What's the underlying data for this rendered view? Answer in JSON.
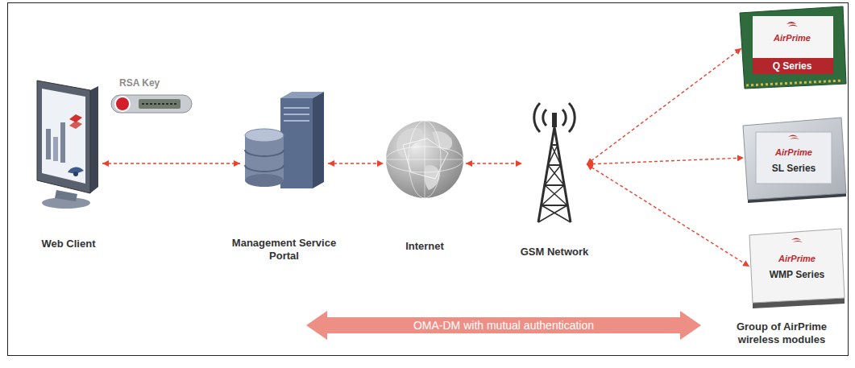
{
  "diagram": {
    "nodes": [
      {
        "text": [
          "Web Client"
        ]
      },
      {
        "text": [
          "Management Service Portal"
        ]
      },
      {
        "text": [
          "Internet"
        ]
      },
      {
        "text": [
          "GSM Network"
        ]
      },
      {
        "text": [
          "AirPrime",
          "Q Series"
        ]
      },
      {
        "text": [
          "AirPrime",
          "SL Series"
        ]
      },
      {
        "text": [
          "AirPrime",
          "WMP Series"
        ]
      },
      {
        "text": [
          "OMA-DM with mutual authentication"
        ]
      }
    ],
    "edges": [
      {
        "from": 0,
        "to": 1,
        "arrow": "both"
      },
      {
        "from": 1,
        "to": 2,
        "arrow": "both"
      },
      {
        "from": 2,
        "to": 3,
        "arrow": "both"
      },
      {
        "from": 3,
        "to": 4,
        "arrow": "both"
      },
      {
        "from": 3,
        "to": 5,
        "arrow": "both"
      },
      {
        "from": 3,
        "to": 6,
        "arrow": "both"
      }
    ],
    "labels": [
      "RSA Key",
      "Group of AirPrime wireless modules"
    ]
  }
}
